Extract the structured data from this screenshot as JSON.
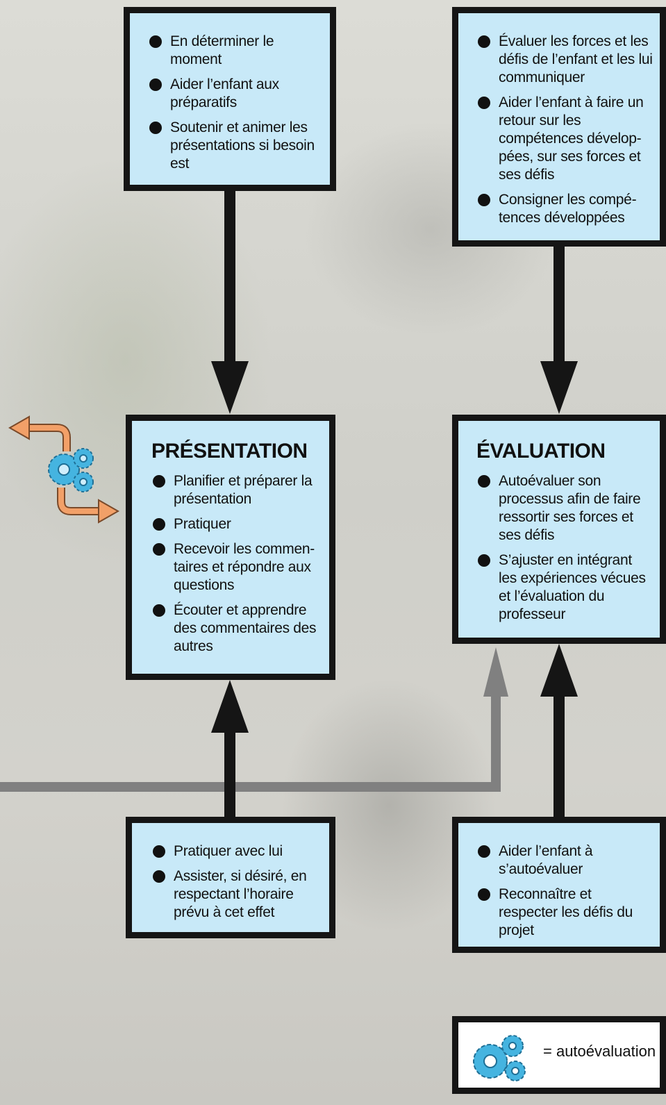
{
  "boxes": {
    "top_left": {
      "items": [
        "En déterminer le moment",
        "Aider l’enfant aux préparatifs",
        "Soutenir et animer les présentations si besoin est"
      ]
    },
    "top_right": {
      "items": [
        "Évaluer les forces et les défis de l’enfant et les lui communiquer",
        "Aider l’enfant à faire un retour sur les compétences dévelop-pées, sur ses forces et ses défis",
        "Consigner les compé-tences développées"
      ]
    },
    "presentation": {
      "title": "PRÉSENTATION",
      "items": [
        "Planifier et préparer la présentation",
        "Pratiquer",
        "Recevoir les commen-taires et répondre aux questions",
        "Écouter et apprendre des commentaires des autres"
      ]
    },
    "evaluation": {
      "title": "ÉVALUATION",
      "items": [
        "Autoévaluer son processus afin de faire ressortir ses forces et ses défis",
        "S’ajuster en intégrant les expériences vécues et l’évaluation du professeur"
      ]
    },
    "bottom_left": {
      "items": [
        "Pratiquer avec lui",
        "Assister, si désiré, en respectant l’horaire prévu à cet effet"
      ]
    },
    "bottom_right": {
      "items": [
        "Aider l’enfant à s’autoévaluer",
        "Reconnaître et respecter les défis du projet"
      ]
    }
  },
  "legend": {
    "icon": "gears-icon",
    "text": "= autoévaluation"
  },
  "colors": {
    "box_fill": "#c8e9f8",
    "box_border": "#151515",
    "arrow_dark": "#151515",
    "arrow_grey": "#808080",
    "cycle_arrow": "#f2a068",
    "gear": "#45b4e0"
  }
}
